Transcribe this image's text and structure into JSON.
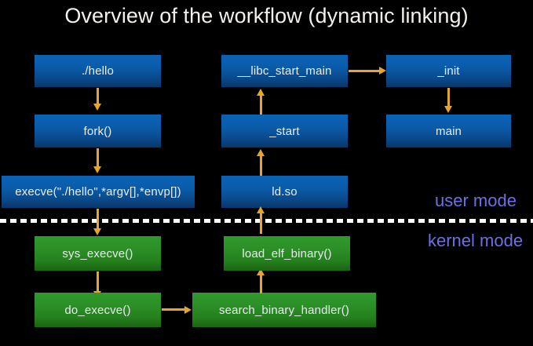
{
  "slide": {
    "title": "Overview of the workflow (dynamic linking)",
    "background_color": "#000000",
    "title_color": "#f3f0ec"
  },
  "palette": {
    "user_box_top": "#0a63b6",
    "user_box_bottom": "#083868",
    "kernel_box_top": "#2f9a2c",
    "kernel_box_bottom": "#1a6410",
    "arrow_color": "#e5a629",
    "divider_color": "#ffffff",
    "mode_label_color": "#6e6ee6",
    "node_text_color": "#e9ecf2"
  },
  "nodes": {
    "hello": "./hello",
    "fork": "fork()",
    "execve": "execve(\"./hello\",*argv[],*envp[])",
    "libc_start_main": "__libc_start_main",
    "start": "_start",
    "ld_so": "ld.so",
    "init": "_init",
    "main": "main",
    "sys_execve": "sys_execve()",
    "do_execve": "do_execve()",
    "load_elf_binary": "load_elf_binary()",
    "search_binary_handler": "search_binary_handler()"
  },
  "mode_labels": {
    "user": "user mode",
    "kernel": "kernel mode"
  }
}
